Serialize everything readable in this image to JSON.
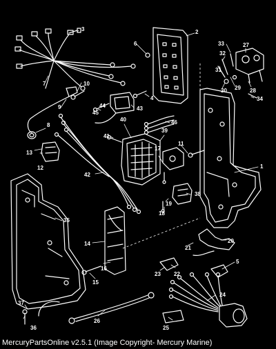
{
  "footer": {
    "caption": "MercuryPartsOnline v2.5.1 (Image Copyright- Mercury Marine)"
  },
  "callouts": [
    "1",
    "2",
    "3",
    "4",
    "5",
    "6",
    "7",
    "8",
    "9",
    "10",
    "11",
    "12",
    "13",
    "14",
    "15",
    "16",
    "17",
    "18",
    "19",
    "20",
    "21",
    "22",
    "23",
    "24",
    "25",
    "26",
    "27",
    "28",
    "29",
    "30",
    "31",
    "32",
    "33",
    "34",
    "35",
    "36",
    "37",
    "38",
    "39",
    "40",
    "41",
    "42",
    "43",
    "44",
    "45",
    "46"
  ],
  "colors": {
    "background": "#000000",
    "line": "#ffffff"
  }
}
